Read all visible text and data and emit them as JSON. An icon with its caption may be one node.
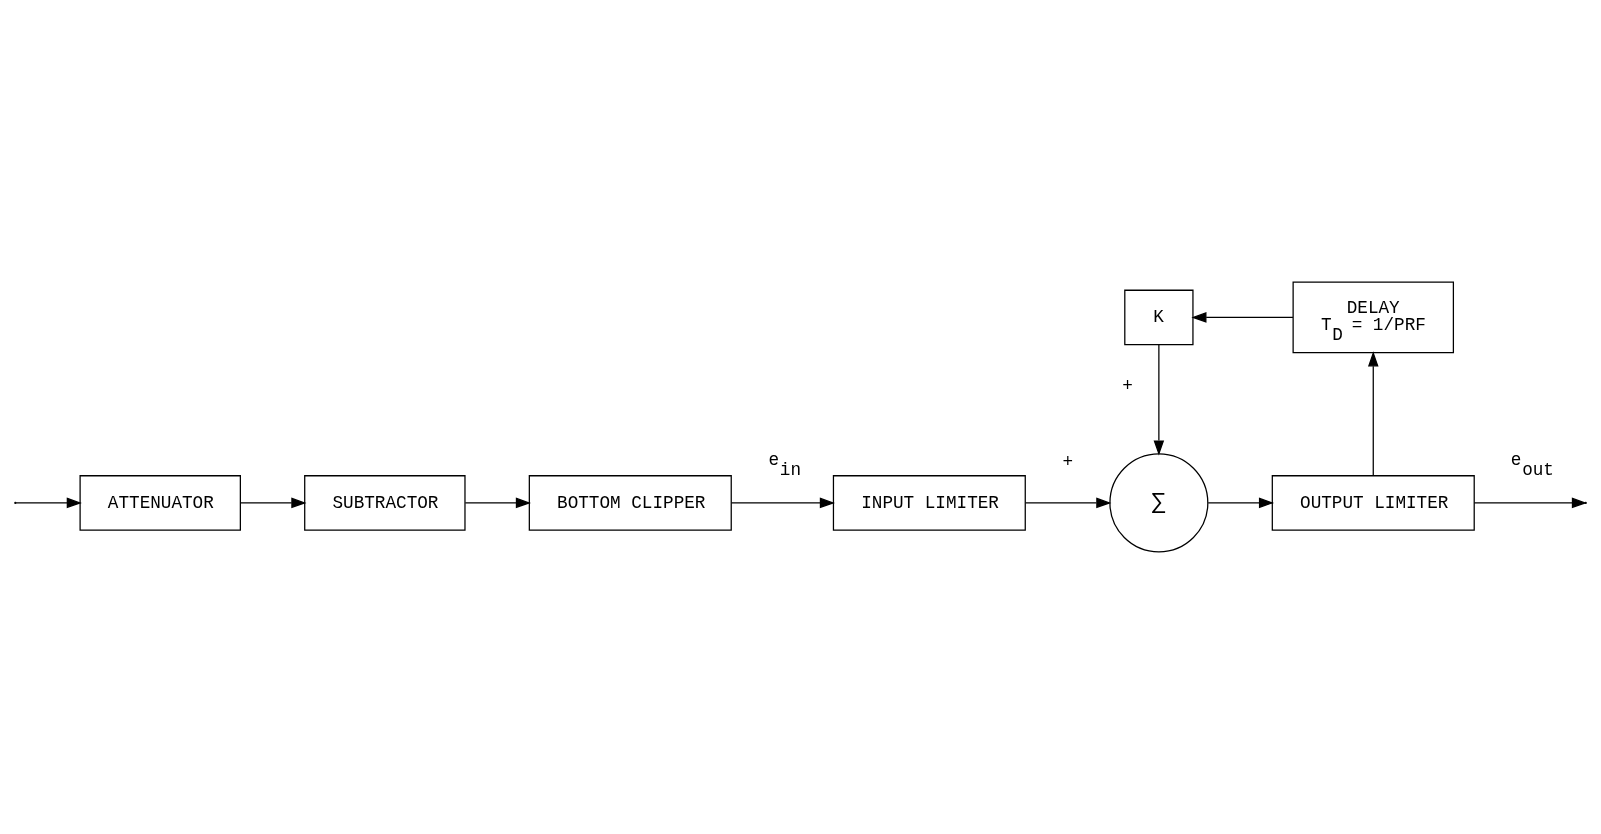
{
  "diagram": {
    "nodes": [
      {
        "text": [
          "ATTENUATOR"
        ]
      },
      {
        "text": [
          "SUBTRACTOR"
        ]
      },
      {
        "text": [
          "BOTTOM CLIPPER"
        ]
      },
      {
        "text": [
          "INPUT LIMITER"
        ]
      },
      {
        "text": [
          "∑"
        ]
      },
      {
        "text": [
          "OUTPUT LIMITER"
        ]
      },
      {
        "text": [
          "DELAY",
          "T$_{D}$ = 1/PRF"
        ]
      },
      {
        "text": [
          "K"
        ]
      }
    ],
    "edges": [
      {
        "from": null,
        "to": 0,
        "arrow": "to"
      },
      {
        "from": 0,
        "to": 1,
        "arrow": "to"
      },
      {
        "from": 1,
        "to": 2,
        "arrow": "to"
      },
      {
        "from": 2,
        "to": 3,
        "arrow": "to",
        "label": "e$_{in}$"
      },
      {
        "from": 3,
        "to": 4,
        "arrow": "to",
        "label": "+"
      },
      {
        "from": 4,
        "to": 5,
        "arrow": "to"
      },
      {
        "from": 5,
        "to": null,
        "arrow": "to",
        "label": "e$_{out}$"
      },
      {
        "from": 5,
        "to": 6,
        "arrow": "to"
      },
      {
        "from": 6,
        "to": 7,
        "arrow": "to"
      },
      {
        "from": 7,
        "to": 4,
        "arrow": "to",
        "label": "+"
      }
    ]
  }
}
